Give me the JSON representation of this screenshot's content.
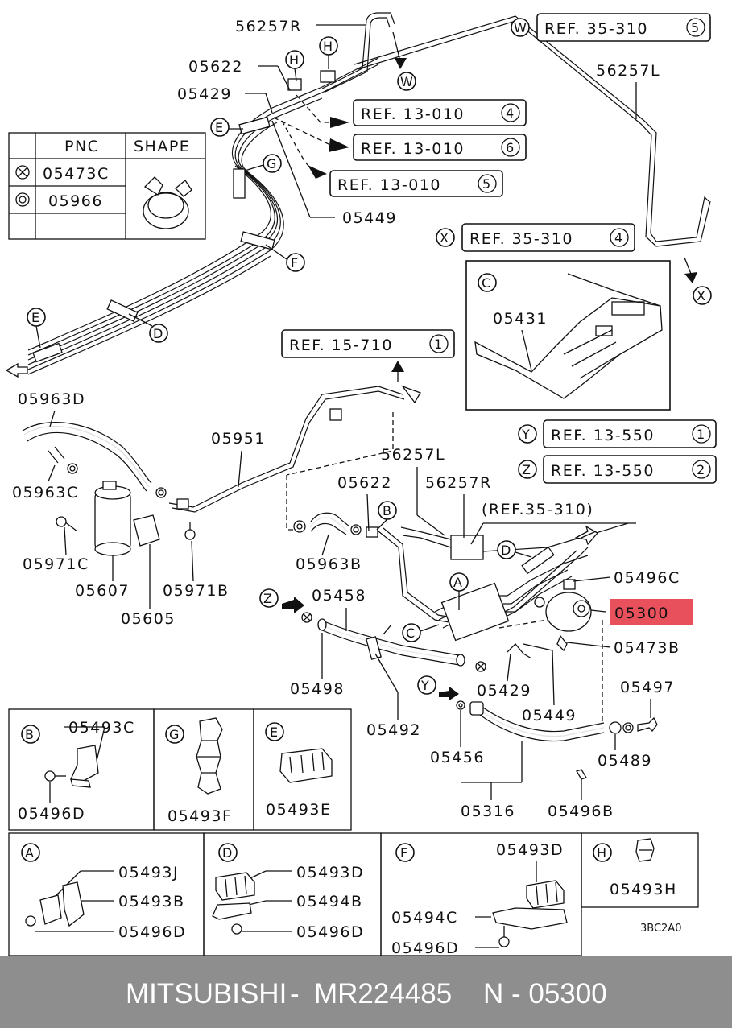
{
  "footer": {
    "brand": "MITSUBISHI",
    "sep1": "-",
    "part_number": "MR224485",
    "pnc": "N - 05300"
  },
  "colors": {
    "highlight": "#e8505b",
    "footer_bg": "#8e8e8e"
  },
  "legend": {
    "col_pnc": "PNC",
    "col_shape": "SHAPE",
    "rows": [
      {
        "symbol": "x-circle-icon",
        "pnc": "05473C"
      },
      {
        "symbol": "double-circle-icon",
        "pnc": "05966"
      }
    ]
  },
  "refs": {
    "w": {
      "letter": "W",
      "text": "REF. 35-310",
      "num": "5"
    },
    "r1": {
      "text": "REF. 13-010",
      "num": "4"
    },
    "r2": {
      "text": "REF. 13-010",
      "num": "6"
    },
    "r3": {
      "text": "REF. 13-010",
      "num": "5"
    },
    "x": {
      "letter": "X",
      "text": "REF. 35-310",
      "num": "4"
    },
    "r15": {
      "text": "REF. 15-710",
      "num": "1"
    },
    "y": {
      "letter": "Y",
      "text": "REF. 13-550",
      "num": "1"
    },
    "z": {
      "letter": "Z",
      "text": "REF. 13-550",
      "num": "2"
    },
    "paren": "(REF.35-310)"
  },
  "labels": {
    "p56257R_top": "56257R",
    "p05622_top": "05622",
    "p05429_top": "05429",
    "p56257L_top": "56257L",
    "p05449_top": "05449",
    "p05431": "05431",
    "p05963D": "05963D",
    "p05951": "05951",
    "p05963C": "05963C",
    "p05971C": "05971C",
    "p05607": "05607",
    "p05971B": "05971B",
    "p05605": "05605",
    "p56257L_mid": "56257L",
    "p05622_mid": "05622",
    "p56257R_mid": "56257R",
    "p05963B": "05963B",
    "p05458": "05458",
    "p05496C": "05496C",
    "p05300": "05300",
    "p05473B": "05473B",
    "p05498": "05498",
    "p05429_mid": "05429",
    "p05449_mid": "05449",
    "p05492": "05492",
    "p05497": "05497",
    "p05456": "05456",
    "p05489": "05489",
    "p05316": "05316",
    "p05496B": "05496B",
    "code": "3BC2A0"
  },
  "callouts": {
    "H": "H",
    "E": "E",
    "G": "G",
    "F": "F",
    "D": "D",
    "C": "C",
    "B": "B",
    "A": "A",
    "W": "W",
    "X": "X",
    "Y": "Y",
    "Z": "Z"
  },
  "detail_boxes": {
    "B": {
      "letter": "B",
      "a": "05493C",
      "b": "05496D"
    },
    "G": {
      "letter": "G",
      "a": "05493F"
    },
    "E": {
      "letter": "E",
      "a": "05493E"
    },
    "A": {
      "letter": "A",
      "a": "05493J",
      "b": "05493B",
      "c": "05496D"
    },
    "D": {
      "letter": "D",
      "a": "05493D",
      "b": "05494B",
      "c": "05496D"
    },
    "F": {
      "letter": "F",
      "a": "05493D",
      "b": "05494C",
      "c": "05496D"
    },
    "H": {
      "letter": "H",
      "a": "05493H"
    }
  }
}
